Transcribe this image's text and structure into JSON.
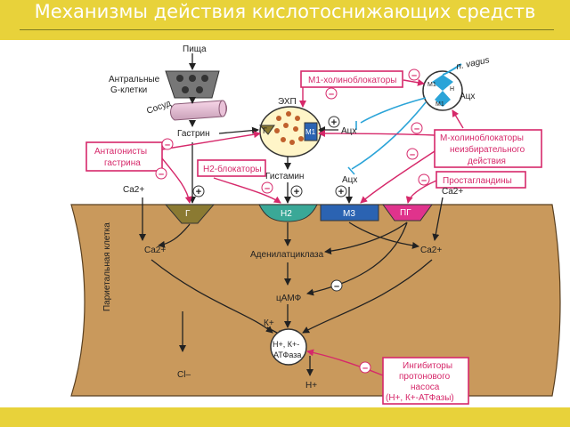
{
  "title": "Механизмы действия кислотоснижающих средств",
  "colors": {
    "band": "#e8d23a",
    "magenta": "#d6286a",
    "cyan": "#2ba4d8",
    "cell": "#c9995c",
    "g_cell": "#8b7a32",
    "h2": "#3aa897",
    "m3": "#2b63b2",
    "pg": "#e0338c"
  },
  "diagram": {
    "food": "Пища",
    "antral_g_cells": [
      "Антральные",
      "G-клетки"
    ],
    "vessel": "Сосуд",
    "gastrin": "Гастрин",
    "m1_blockers": "М1-холиноблокаторы",
    "ecl": "ЭХП",
    "ecl_g": "Г",
    "ecl_m1": "М1",
    "ach": "Ацх",
    "n_vagus": "n. vagus",
    "vagus_m1": "М1",
    "vagus_n": "Н",
    "vagus_m1b": "М1",
    "gastrin_antagonists": [
      "Антагонисты",
      "гастрина"
    ],
    "h2_blockers": "Н2-блокаторы",
    "histamine": "Гистамин",
    "m_nonselective": [
      "М-холиноблокаторы",
      "неизбирательного",
      "действия"
    ],
    "prostaglandins": "Простагландины",
    "ach2": "Ацх",
    "ca_top_left": "Ca2+",
    "ca_top_right": "Ca2+",
    "receptor_g": "Г",
    "receptor_h2": "Н2",
    "receptor_m3": "М3",
    "receptor_pg": "ПГ",
    "parietal_cell": "Париетальная клетка",
    "ca_in_left": "Ca2+",
    "ca_in_right": "Ca2+",
    "adenylate_cyclase": "Аденилатциклаза",
    "camp": "цАМФ",
    "k_plus": "К+",
    "atpase": [
      "Н+, К+-",
      "АТФаза"
    ],
    "cl": "Cl–",
    "h_plus": "Н+",
    "ppi": [
      "Ингибиторы",
      "протонового",
      "насоса",
      "(Н+, К+-АТФазы)"
    ],
    "plus": "+",
    "minus": "–"
  }
}
